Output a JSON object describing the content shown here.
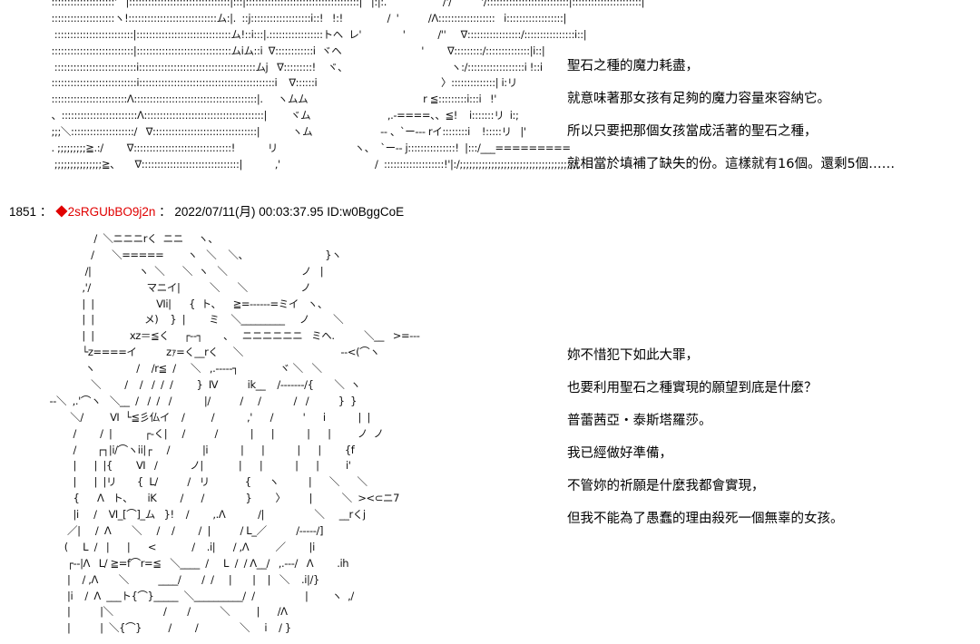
{
  "post_top": {
    "ascii_art": [
      "  ::::::::::::::::::::'   |::::::::::::::::::::::::::::::::|:::|::::::::::::::::::::::::::::::::::::|   |:|:.                   /'/          '/::::::::::::::::::::::::::|::::::::::::::::::::::|",
      "  ::::::::::::::::::::ヽ!::::::::::::::::::::::::::::ム:|.  ::j:::::::::::::::::::i::!   !:!               /  '          /Λ::::::::::::::::::   i::::::::::::::::::|",
      "   :::::::::::::::::::::::::|::::::::::::::::::::::::::::::ム!::i:::|.:::::::::::::::::トヘ  レ'              '           /''     ∇:::::::::::::::::/::::::::::::::::i::|",
      "  ::::::::::::::::::::::::::|::::::::::::::::::::::::::::::ムiム::i  ∇::::::::::::i  ヾヘ                           '        ∇:::::::::/::::::::::::::|i::|",
      "   ::::::::::::::::::::::::::i:::::::::::::::::::::::::::::::::::::ムj   ∇:::::::::!    ヾ、                                   ヽ:/::::::::::::::::::i !::i",
      "  :::::::::::::::::::::::::::i:::::::::::::::::::::::::::::::::::::::::::i    ∇::::::i                                          〉::::::::::::::| i:リ",
      "  ::::::::::::::::::::::::Λ:::::::::::::::::::::::::::::::::::::::|.     ヽムム                                       r ≦:::::::::i:::i   !'",
      "  、::::::::::::::::::::::::Λ::::::::::::::::::::::::::::::::::::::|        ヾム                          ,.-====、、≦!    i:::::::リ  i:;",
      "  ;;;＼::::::::::::::::::::/   ∇:::::::::::::::::::::::::::::::::|           ヽム                       -- 、`ー--‐ rイ::::::::i    !:::::リ   |'",
      "  . ;;;;;;;;;≧.:/        ∇:::::::::::::::::::::::::::::::!           リ                          ヽ、  `ー-‐ j:::::::::::::::!  |:::/___=========",
      "   ;;;;;;;;;;;;;;;≧、     ∇:::::::::::::::::::::::::::::::|           ,'                                /  :::::::::::::::::::!'|:/;;;;;;;;;;;;;;;;;;;;;;;;;;;;;;;;;;;;;;"
    ],
    "lines": [
      "聖石之種的魔力耗盡，",
      "就意味著那女孩有足夠的魔力容量來容納它。",
      "所以只要把那個女孩當成活著的聖石之種，",
      "就相當於填補了缺失的份。這樣就有16個。還剩5個……"
    ]
  },
  "post_header": {
    "number": "1851",
    "separator": "：",
    "name": "◆2sRGUbBO9j2n",
    "separator2": "：",
    "datetime": "2022/07/11(月) 00:03:37.95",
    "id": "ID:w0BggCoE"
  },
  "post_bottom": {
    "ascii_art": [
      "                 /  ＼ニニニrく  ニニ     ヽ、",
      "                /      ＼=====        ヽ   ＼    ＼、                          }ヽ",
      "              /|                ヽ  ＼      ＼  ヽ   ＼                         ノ   |",
      "             ,'/                   マニイ|          ＼      ＼                  ノ",
      "             |  |                     Ⅵi|      {  ト、    ≧=------=ミイ   ヽ、",
      "             |  |                 メ)    }  |        ミ    ＼_________     ノ        ＼",
      "             |  |            xz＝≦く     ┌‐‐┐       、   ニニニニニニ   ミヘ.          ＼__   >=‐‐-",
      "             └z====イ          zｧ=く__rく     ＼                                 ‐‐<(⌒ヽ",
      "              ヽ              /    /r≦  /     ＼   ,.‐‐‐‐‐┐              ヾ ＼   ＼",
      "                ＼        /    /   /  /  /        }  Ⅳ          ik__    /‐‐‐‐‐‐‐/{       ＼  ヽ",
      "  ‐‐＼  ,.'⌒ヽ   ＼__  /   /  /   /           |/          /     /           /   /          }  }",
      "         ＼/         Ⅵ  └≦彡仏イ    /         /           ,'      /          '      i           |  |",
      "          /        /  |           ┌‐く|     /          /           |      |           |      |         ノ  ノ",
      "          /       ┌┐|i/⌒ヽii|┌     /           |i           |      |           |      |        {f",
      "          |      |  |{        Ⅵ   /           ノ|            |      |           |      |         i'",
      "          |      |  |リ       {  L/          /   リ            {      ヽ          |      ＼      ＼",
      "          {      Λ   ト、     iK        /      /              }        〉        |          ＼  ><⊂ニ7",
      "          |i     /    Ⅵ_[⌒]_ム   }!    /        ,.Λ           /|                 ＼     __rくj",
      "        ／|     /  Λ       ＼     /    /        /  |          / L_／          /‐‐‐‐‐/]",
      "       (     L  /   |      |      <            /    .i|      / ,Λ         ／        |i",
      "        ┌‐‐|Λ   L/ ≧=f⌒r=≦   ＼____  /     L  /  / Λ__/   ,.‐‐‐/   Λ        .ih",
      "        |    / ,Λ       ＼          ____/       /  /     |       |    |   ＼    .i|/}",
      "        |i    /  Λ  ___ト{⌒}_____  ＼__________/  /                 |        ヽ  ,/",
      "        |          |＼                 /       /          ＼         |      /Λ",
      "        |          |  ＼{⌒}         /        /              ＼     i    / }"
    ],
    "lines": [
      "妳不惜犯下如此大罪，",
      "也要利用聖石之種實現的願望到底是什麼？",
      "普蕾茜亞・泰斯塔羅莎。",
      "我已經做好準備，",
      "不管妳的祈願是什麼我都會實現，",
      "但我不能為了愚蠢的理由殺死一個無辜的女孩。"
    ]
  },
  "colors": {
    "name_color": "#e00000",
    "text_color": "#000000",
    "background": "#ffffff"
  }
}
